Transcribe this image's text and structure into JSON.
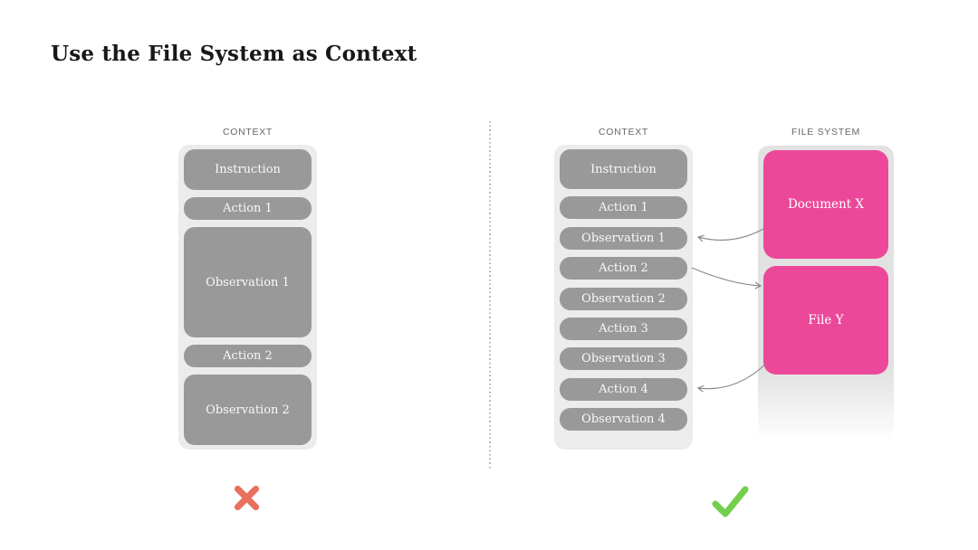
{
  "slide": {
    "title": "Use the File System as Context"
  },
  "left_panel": {
    "heading": "CONTEXT",
    "boxes": [
      {
        "label": "Instruction"
      },
      {
        "label": "Action 1"
      },
      {
        "label": "Observation 1"
      },
      {
        "label": "Action 2"
      },
      {
        "label": "Observation 2"
      }
    ],
    "verdict_icon": "x-mark"
  },
  "right_panel": {
    "context": {
      "heading": "CONTEXT",
      "boxes": [
        {
          "label": "Instruction"
        },
        {
          "label": "Action 1"
        },
        {
          "label": "Observation 1"
        },
        {
          "label": "Action 2"
        },
        {
          "label": "Observation 2"
        },
        {
          "label": "Action 3"
        },
        {
          "label": "Observation 3"
        },
        {
          "label": "Action 4"
        },
        {
          "label": "Observation 4"
        }
      ]
    },
    "file_system": {
      "heading": "FILE SYSTEM",
      "files": [
        {
          "label": "Document X"
        },
        {
          "label": "File Y"
        }
      ]
    },
    "arrows": [
      {
        "from": "document-x",
        "to": "observation-1"
      },
      {
        "from": "action-2",
        "to": "file-y"
      },
      {
        "from": "file-y",
        "to": "action-4"
      }
    ],
    "verdict_icon": "check-mark"
  },
  "colors": {
    "box_gray": "#999999",
    "container_gray": "#ececec",
    "file_system_gray": "#e2e2e2",
    "accent_pink": "#ec4899",
    "arrow_gray": "#8a8a8a",
    "x_mark_red": "#e8705c",
    "check_green": "#72cf4d"
  }
}
